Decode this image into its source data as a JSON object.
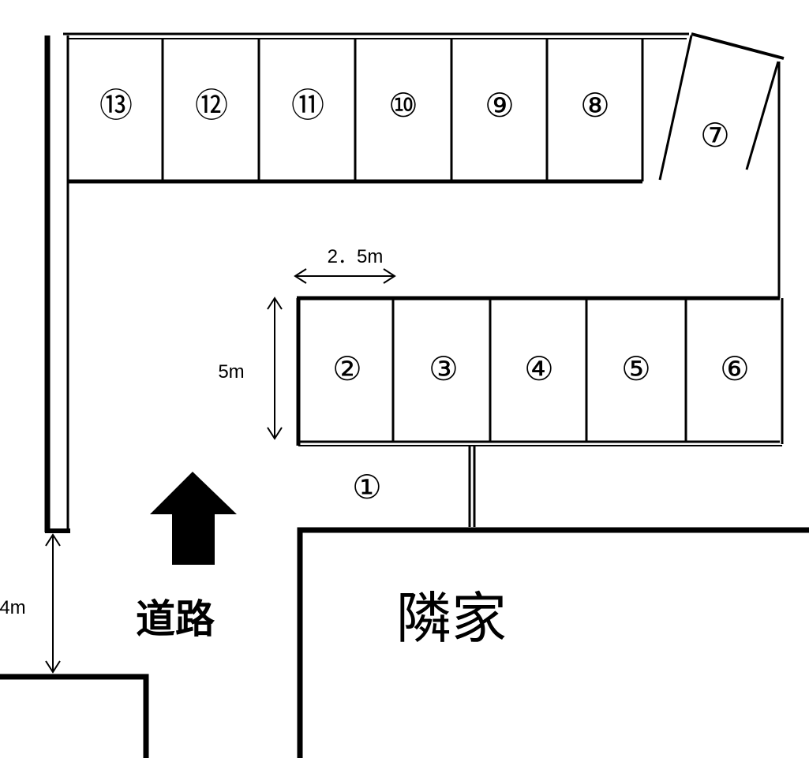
{
  "spots": {
    "s1": "①",
    "s2": "②",
    "s3": "③",
    "s4": "④",
    "s5": "⑤",
    "s6": "⑥",
    "s7": "⑦",
    "s8": "⑧",
    "s9": "⑨",
    "s10": "⑩",
    "s11": "⑪",
    "s12": "⑫",
    "s13": "⑬"
  },
  "dimensions": {
    "spot_width": "2．5m",
    "spot_depth": "5m",
    "road_width": "4m"
  },
  "labels": {
    "road": "道路",
    "neighbor": "隣家"
  }
}
